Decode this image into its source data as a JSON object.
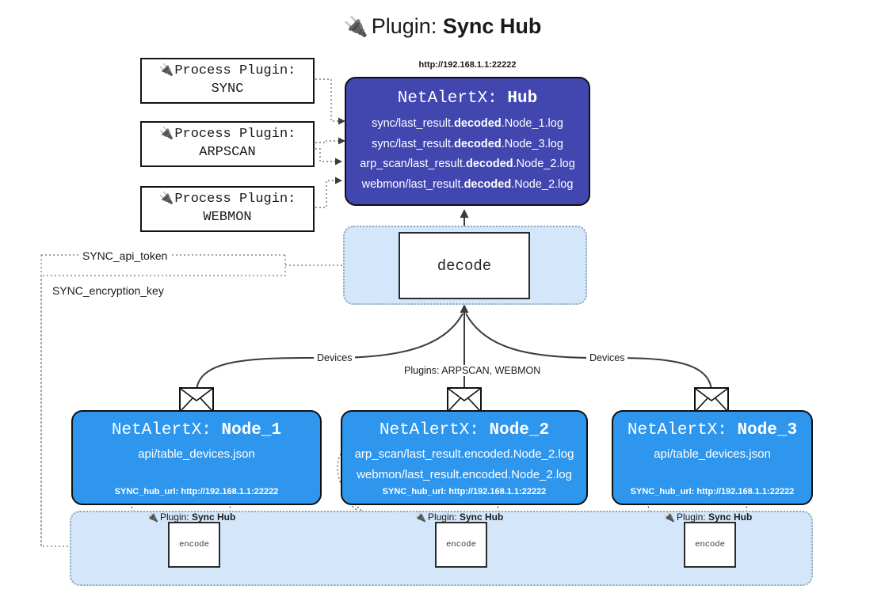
{
  "page": {
    "title_prefix": "Plugin:",
    "title_name": "Sync Hub",
    "plug_icon": "plug-icon"
  },
  "process_plugins": [
    {
      "label": "Process Plugin:",
      "name": "SYNC"
    },
    {
      "label": "Process Plugin:",
      "name": "ARPSCAN"
    },
    {
      "label": "Process Plugin:",
      "name": "WEBMON"
    }
  ],
  "hub": {
    "url": "http://192.168.1.1:22222",
    "title_prefix": "NetAlertX:",
    "title_name": "Hub",
    "logs": [
      {
        "pre": "sync/last_result.",
        "mid": "decoded",
        "post": ".Node_1.log"
      },
      {
        "pre": "sync/last_result.",
        "mid": "decoded",
        "post": ".Node_3.log"
      },
      {
        "pre": "arp_scan/last_result.",
        "mid": "decoded",
        "post": ".Node_2.log"
      },
      {
        "pre": "webmon/last_result.",
        "mid": "decoded",
        "post": ".Node_2.log"
      }
    ]
  },
  "decode": {
    "label": "decode"
  },
  "secrets": {
    "api_token": "SYNC_api_token",
    "encryption_key": "SYNC_encryption_key"
  },
  "edge_labels": {
    "devices_left": "Devices",
    "devices_right": "Devices",
    "plugins_center": "Plugins: ARPSCAN, WEBMON"
  },
  "nodes": [
    {
      "title_prefix": "NetAlertX:",
      "title_name": "Node_1",
      "lines": [
        "api/table_devices.json"
      ],
      "footer": "SYNC_hub_url: http://192.168.1.1:22222"
    },
    {
      "title_prefix": "NetAlertX:",
      "title_name": "Node_2",
      "lines": [
        "arp_scan/last_result.encoded.Node_2.log",
        "webmon/last_result.encoded.Node_2.log"
      ],
      "footer": "SYNC_hub_url: http://192.168.1.1:22222"
    },
    {
      "title_prefix": "NetAlertX:",
      "title_name": "Node_3",
      "lines": [
        "api/table_devices.json"
      ],
      "footer": "SYNC_hub_url: http://192.168.1.1:22222"
    }
  ],
  "encoders": [
    {
      "caption_prefix": "Plugin:",
      "caption_name": "Sync Hub",
      "label": "encode"
    },
    {
      "caption_prefix": "Plugin:",
      "caption_name": "Sync Hub",
      "label": "encode"
    },
    {
      "caption_prefix": "Plugin:",
      "caption_name": "Sync Hub",
      "label": "encode"
    }
  ],
  "colors": {
    "hub_fill": "#4247b0",
    "node_fill": "#2f96ed",
    "container_fill": "#d4e7fa",
    "stroke": "#111111",
    "text_dark": "#1a1a1a"
  },
  "icons": {
    "envelope": "envelope-icon",
    "plug": "plug-icon"
  }
}
